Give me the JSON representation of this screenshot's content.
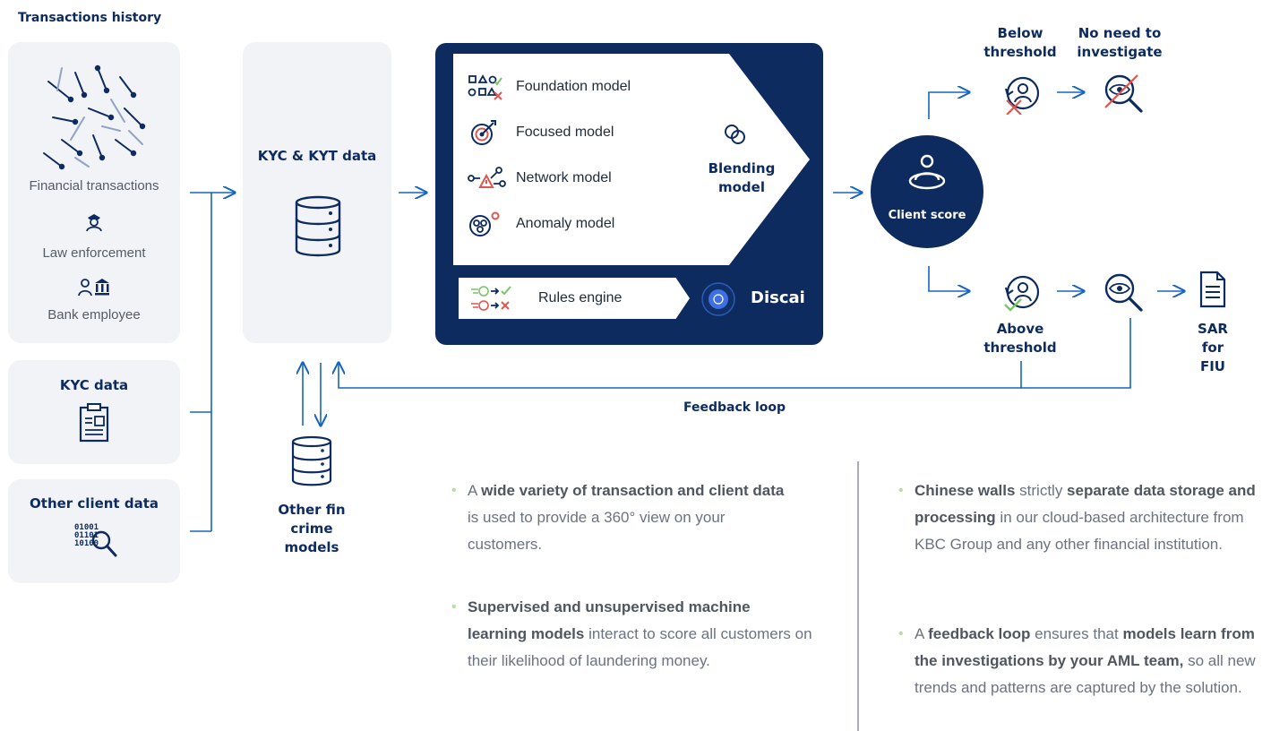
{
  "header": {
    "title": "Transactions history"
  },
  "sources": {
    "financial_transactions": "Financial transactions",
    "law_enforcement": "Law enforcement",
    "bank_employee": "Bank employee",
    "kyc_data": "KYC data",
    "other_client_data": "Other client data",
    "binary_text": [
      "01001",
      "01101",
      "10100"
    ]
  },
  "kyc_kyt": {
    "title": "KYC & KYT data"
  },
  "other_models": {
    "title_lines": [
      "Other fin",
      "crime",
      "models"
    ]
  },
  "engine": {
    "models": [
      "Foundation model",
      "Focused model",
      "Network model",
      "Anomaly model"
    ],
    "blending_lines": [
      "Blending",
      "model"
    ],
    "rules": "Rules engine",
    "brand": "Discai"
  },
  "client_score": {
    "label": "Client score"
  },
  "outcomes": {
    "below_lines": [
      "Below",
      "threshold"
    ],
    "no_need_lines": [
      "No need to",
      "investigate"
    ],
    "above_lines": [
      "Above",
      "threshold"
    ],
    "sar_lines": [
      "SAR",
      "for",
      "FIU"
    ]
  },
  "feedback": {
    "label": "Feedback loop"
  },
  "bullets_left": [
    {
      "parts": [
        [
          "A ",
          false
        ],
        [
          "wide variety of transaction and client data",
          true
        ],
        [
          " is used to provide a 360° view on your customers.",
          false
        ]
      ]
    },
    {
      "parts": [
        [
          "Supervised and unsupervised machine learning models",
          true
        ],
        [
          " interact to score all customers on their likelihood of laundering money.",
          false
        ]
      ]
    }
  ],
  "bullets_right": [
    {
      "parts": [
        [
          "Chinese walls",
          true
        ],
        [
          " strictly ",
          false
        ],
        [
          "separate data storage and processing",
          true
        ],
        [
          " in our cloud-based architecture from KBC Group and any other financial institution.",
          false
        ]
      ]
    },
    {
      "parts": [
        [
          "A ",
          false
        ],
        [
          "feedback loop",
          true
        ],
        [
          " ensures that ",
          false
        ],
        [
          "models learn from the investigations by your AML team,",
          true
        ],
        [
          " so all new trends and patterns are captured by the solution.",
          false
        ]
      ]
    }
  ],
  "colors": {
    "navy": "#0d2b5e",
    "panel": "#f2f3f6",
    "blue": "#1565c0",
    "red": "#e0554f",
    "green": "#7cc46b"
  }
}
